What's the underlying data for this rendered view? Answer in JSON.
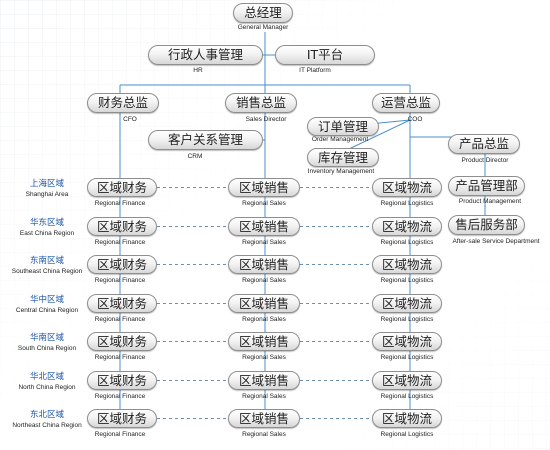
{
  "top": {
    "gm": {
      "cn": "总经理",
      "en": "General Manager"
    },
    "hr": {
      "cn": "行政人事管理",
      "en": "HR"
    },
    "it": {
      "cn": "IT平台",
      "en": "IT Platform"
    }
  },
  "directors": {
    "cfo": {
      "cn": "财务总监",
      "en": "CFO"
    },
    "sales": {
      "cn": "销售总监",
      "en": "Sales Director"
    },
    "coo": {
      "cn": "运营总监",
      "en": "COO"
    },
    "crm": {
      "cn": "客户关系管理",
      "en": "CRM"
    },
    "order": {
      "cn": "订单管理",
      "en": "Order Management"
    },
    "inventory": {
      "cn": "库存管理",
      "en": "Inventory Management"
    }
  },
  "product": {
    "director": {
      "cn": "产品总监",
      "en": "Product Director"
    },
    "management": {
      "cn": "产品管理部",
      "en": "Product Management"
    },
    "aftersale": {
      "cn": "售后服务部",
      "en": "After-sale Service Department"
    }
  },
  "unit_labels": {
    "finance": {
      "cn": "区域财务",
      "en": "Regional Finance"
    },
    "sales": {
      "cn": "区域销售",
      "en": "Regional Sales"
    },
    "logistics": {
      "cn": "区域物流",
      "en": "Regional Logistics"
    }
  },
  "regions": [
    {
      "cn": "上海区域",
      "en": "Shanghai Area"
    },
    {
      "cn": "华东区域",
      "en": "East China Region"
    },
    {
      "cn": "东南区域",
      "en": "Southeast China Region"
    },
    {
      "cn": "华中区域",
      "en": "Central China Region"
    },
    {
      "cn": "华南区域",
      "en": "South China Region"
    },
    {
      "cn": "华北区域",
      "en": "North China Region"
    },
    {
      "cn": "东北区域",
      "en": "Northeast China Region"
    }
  ],
  "colors": {
    "region_text": "#1a55a8",
    "line_solid": "#4a8fd0",
    "line_dashed": "#6f8faf"
  }
}
